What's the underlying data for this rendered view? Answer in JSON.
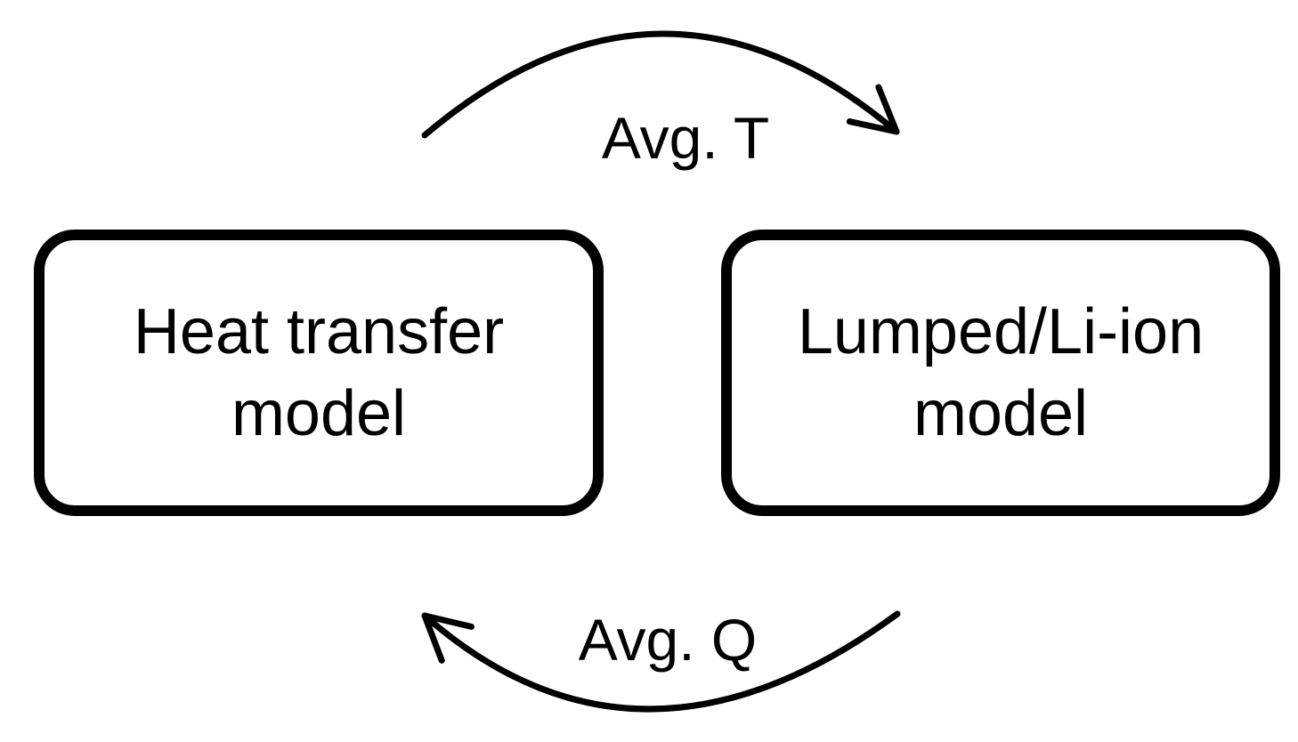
{
  "diagram": {
    "colors": {
      "background": "#ffffff",
      "ink": "#000000"
    },
    "nodes": [
      {
        "id": "heat-transfer-model",
        "label": "Heat transfer\nmodel"
      },
      {
        "id": "lumped-li-ion-model",
        "label": "Lumped/Li-ion\nmodel"
      }
    ],
    "edges": [
      {
        "id": "avg-t",
        "label": "Avg. T",
        "from": "heat-transfer-model",
        "to": "lumped-li-ion-model",
        "direction": "left-to-right",
        "position": "top"
      },
      {
        "id": "avg-q",
        "label": "Avg. Q",
        "from": "lumped-li-ion-model",
        "to": "heat-transfer-model",
        "direction": "right-to-left",
        "position": "bottom"
      }
    ]
  }
}
